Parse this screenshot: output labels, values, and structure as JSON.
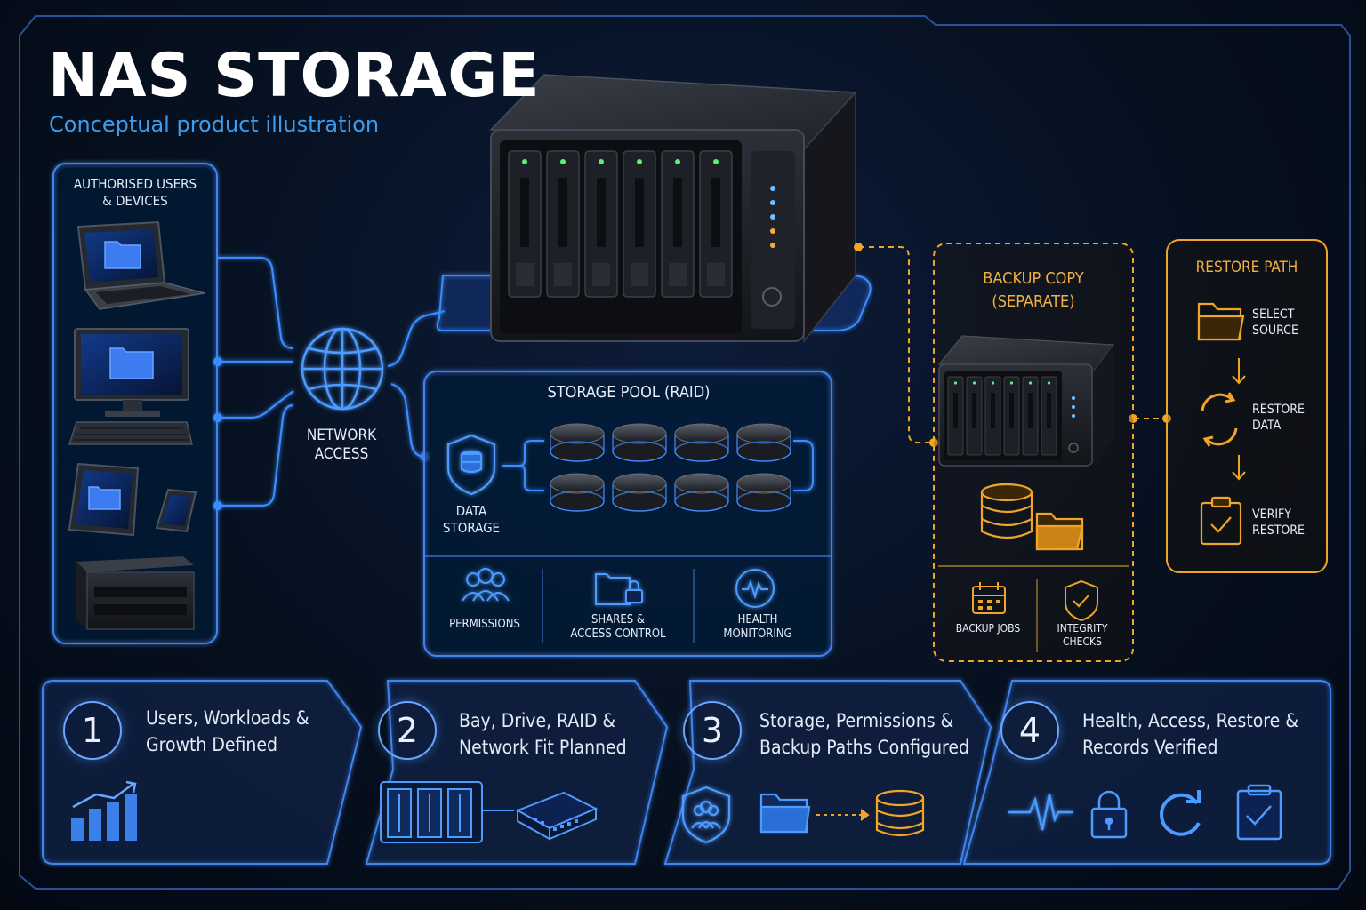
{
  "title": "NAS STORAGE",
  "subtitle": "Conceptual product illustration",
  "users_panel": {
    "label": "AUTHORISED USERS\n& DEVICES",
    "devices": [
      "laptop-icon",
      "desktop-icon",
      "tablet-icon",
      "phone-icon",
      "small-nas-icon"
    ]
  },
  "network": {
    "label": "NETWORK\nACCESS",
    "icon": "globe-icon"
  },
  "storage_pool": {
    "title": "STORAGE POOL (RAID)",
    "data_label": "DATA\nSTORAGE",
    "features": [
      {
        "label": "PERMISSIONS",
        "icon": "users-icon"
      },
      {
        "label": "SHARES &\nACCESS CONTROL",
        "icon": "folder-lock-icon"
      },
      {
        "label": "HEALTH\nMONITORING",
        "icon": "heartbeat-icon"
      }
    ]
  },
  "backup": {
    "title": "BACKUP COPY\n(SEPARATE)",
    "features": [
      {
        "label": "BACKUP JOBS",
        "icon": "calendar-icon"
      },
      {
        "label": "INTEGRITY\nCHECKS",
        "icon": "shield-check-icon"
      }
    ]
  },
  "restore": {
    "title": "RESTORE PATH",
    "steps": [
      {
        "label": "SELECT\nSOURCE",
        "icon": "folder-icon"
      },
      {
        "label": "RESTORE\nDATA",
        "icon": "refresh-icon"
      },
      {
        "label": "VERIFY\nRESTORE",
        "icon": "clipboard-check-icon"
      }
    ]
  },
  "steps": [
    {
      "num": "1",
      "text": "Users, Workloads &\nGrowth Defined"
    },
    {
      "num": "2",
      "text": "Bay, Drive, RAID &\nNetwork Fit Planned"
    },
    {
      "num": "3",
      "text": "Storage, Permissions &\nBackup Paths Configured"
    },
    {
      "num": "4",
      "text": "Health, Access, Restore &\nRecords Verified"
    }
  ],
  "colors": {
    "blue": "#3b8cff",
    "amber": "#f0a526",
    "background": "#050b1a"
  }
}
